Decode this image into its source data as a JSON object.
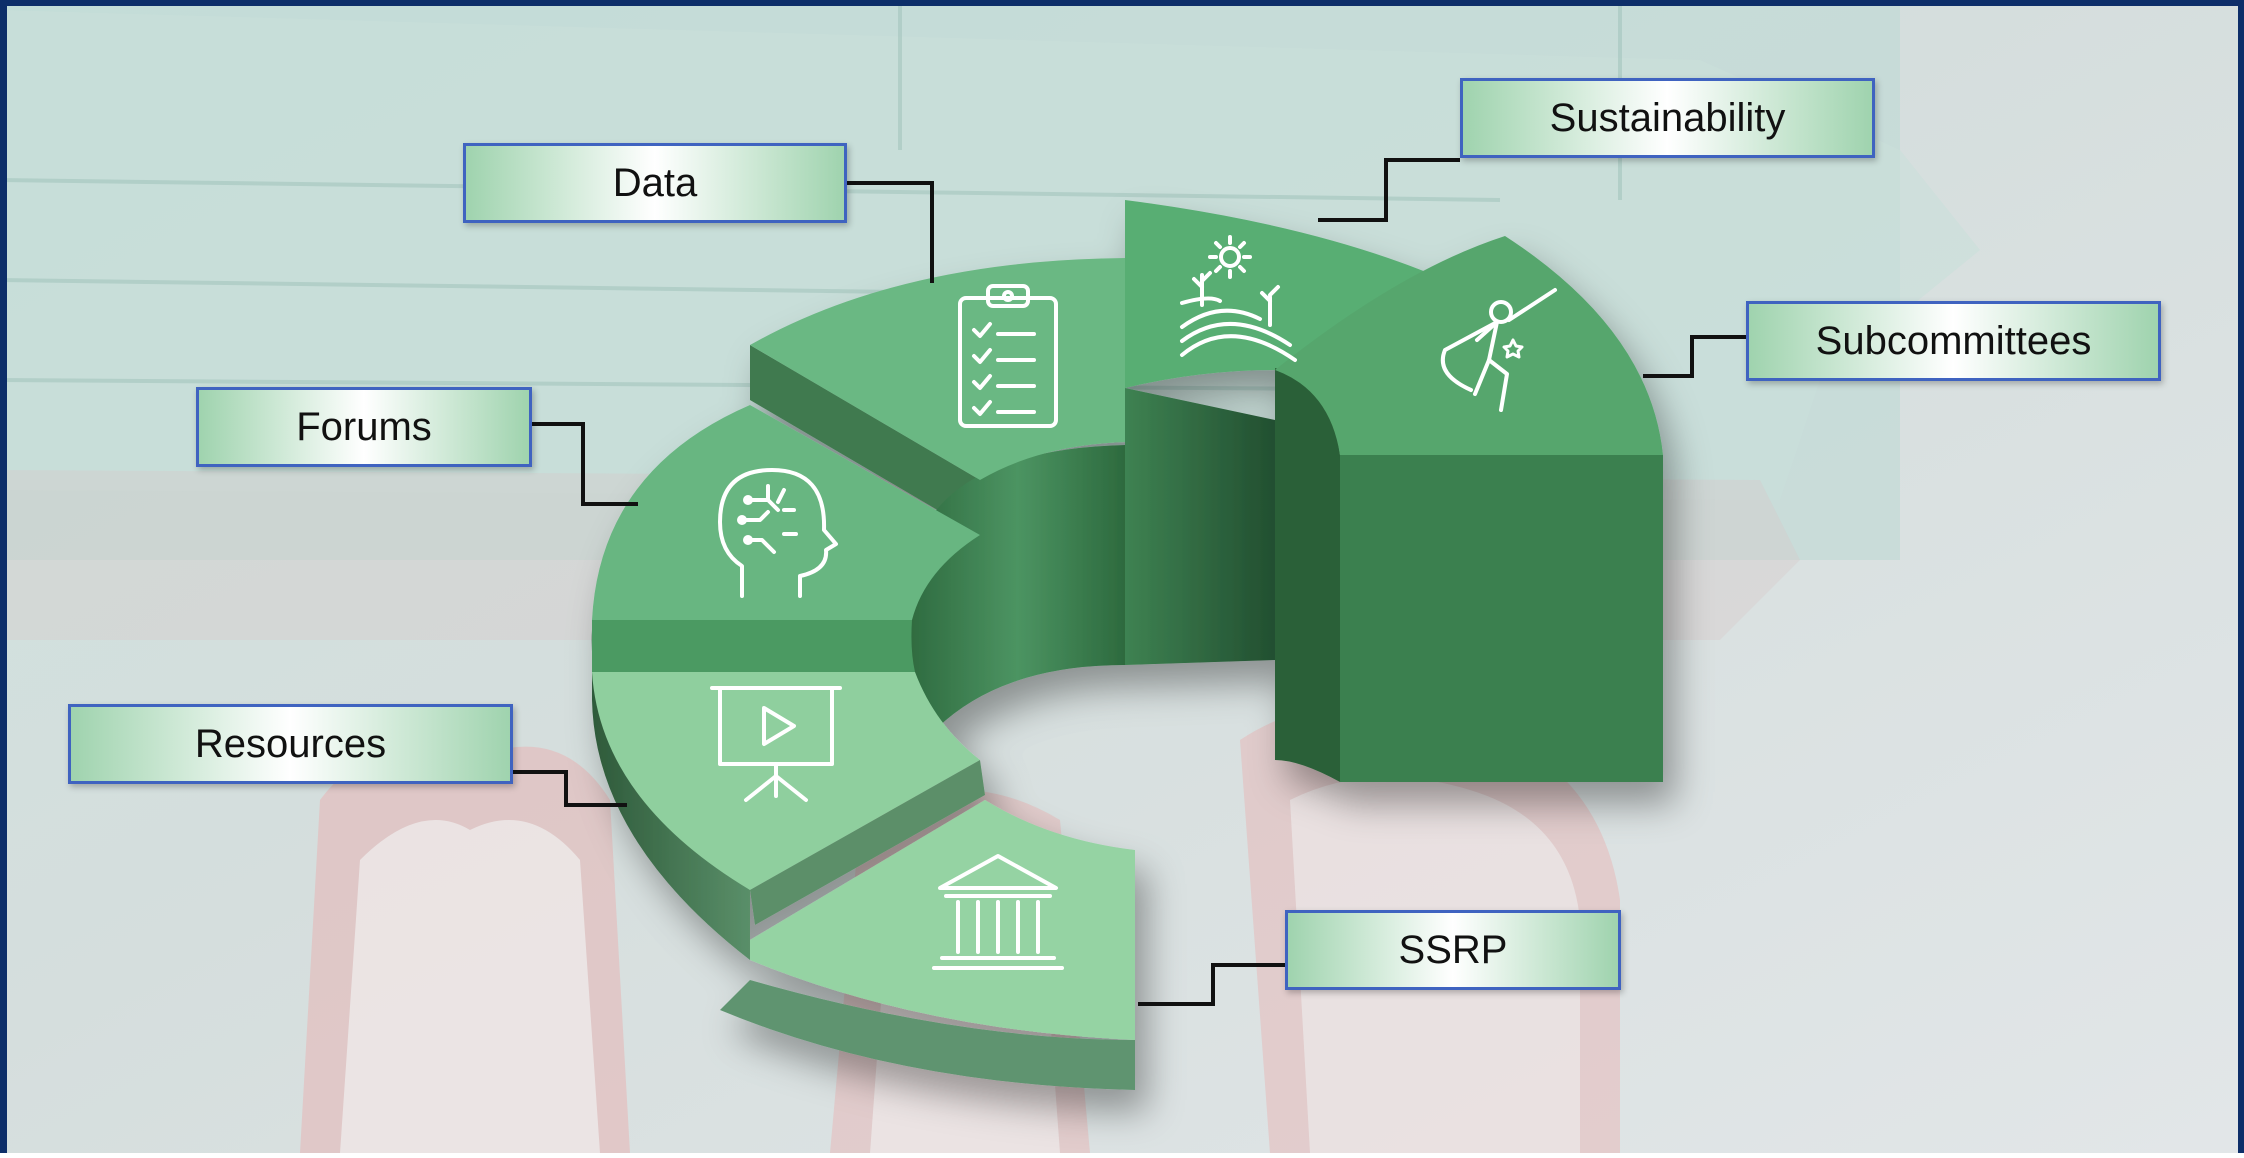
{
  "diagram": {
    "segments": [
      {
        "id": "data",
        "label": "Data",
        "icon": "clipboard-checklist-icon"
      },
      {
        "id": "sustainability",
        "label": "Sustainability",
        "icon": "sun-field-plants-icon"
      },
      {
        "id": "subcommittees",
        "label": "Subcommittees",
        "icon": "superhero-icon"
      },
      {
        "id": "forums",
        "label": "Forums",
        "icon": "brain-head-icon"
      },
      {
        "id": "resources",
        "label": "Resources",
        "icon": "video-presentation-icon"
      },
      {
        "id": "ssrp",
        "label": "SSRP",
        "icon": "bank-building-icon"
      }
    ]
  },
  "colors": {
    "frame": "#0d2e69",
    "connector": "#111111",
    "label_border": "#3f63c0",
    "green_top": "#63b57d",
    "green_dark": "#3a7c4d"
  }
}
